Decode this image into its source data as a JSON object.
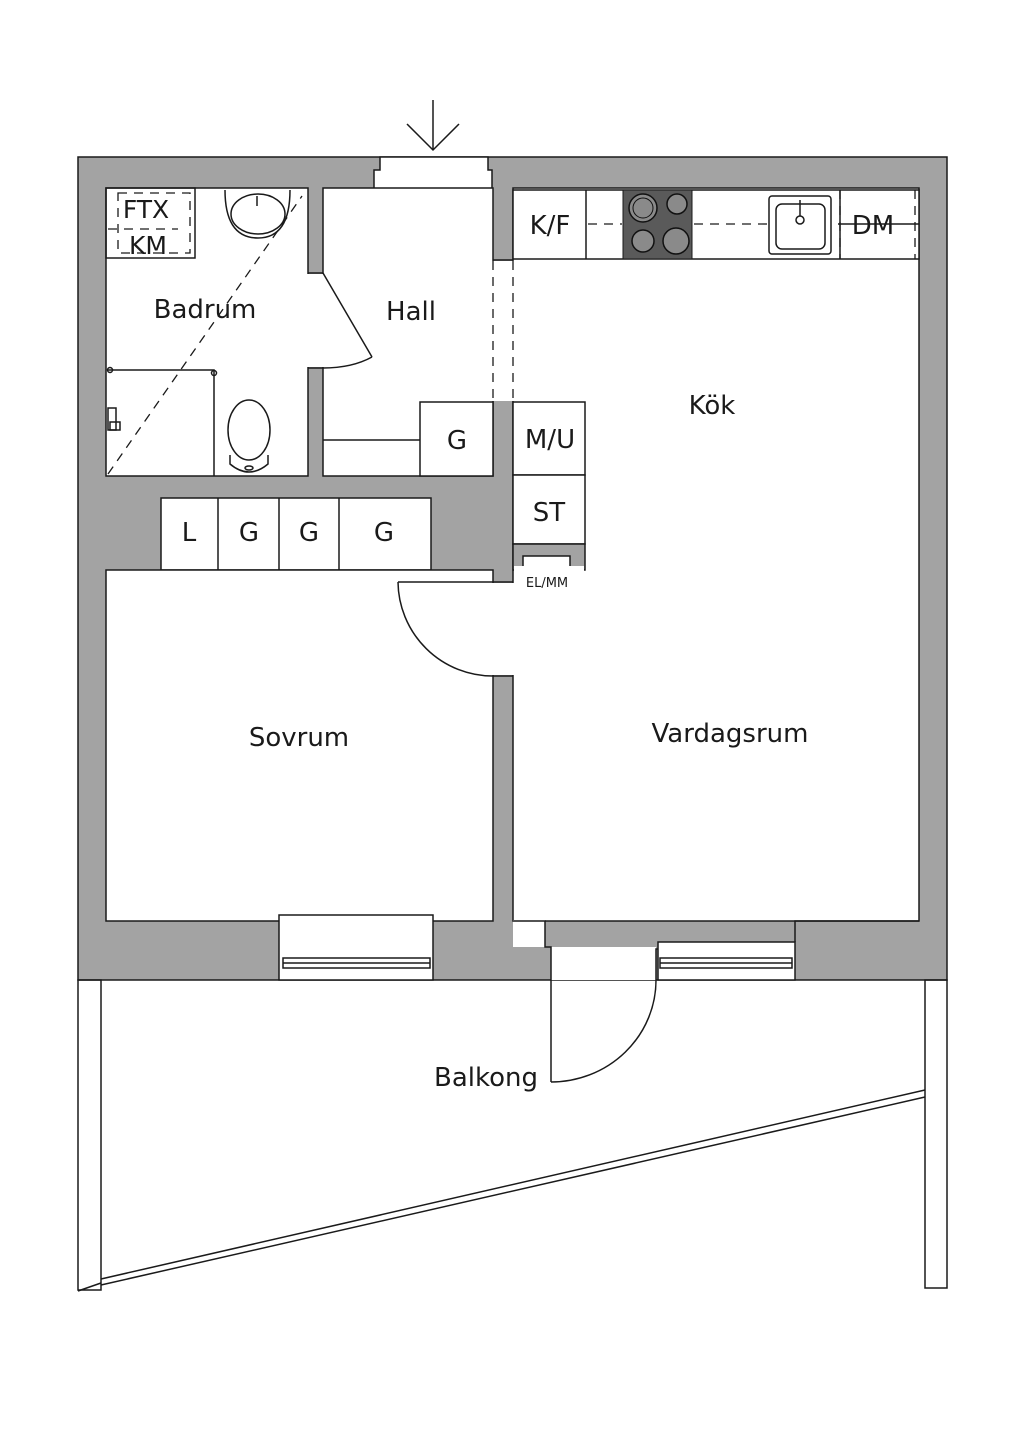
{
  "rooms": {
    "bathroom": "Badrum",
    "hall": "Hall",
    "kitchen": "Kök",
    "bedroom": "Sovrum",
    "living_room": "Vardagsrum",
    "balcony": "Balkong"
  },
  "fixtures": {
    "ftx": "FTX",
    "km": "KM",
    "fridge_freezer": "K/F",
    "dishwasher": "DM",
    "microwave_oven": "M/U",
    "storage": "ST",
    "electrical_media": "EL/MM",
    "hall_wardrobe": "G",
    "linen_closet": "L",
    "wardrobes": [
      "G",
      "G",
      "G"
    ]
  },
  "colors": {
    "wall": "#a3a3a3",
    "stove": "#5a5a5a",
    "line": "#1a1a1a"
  }
}
